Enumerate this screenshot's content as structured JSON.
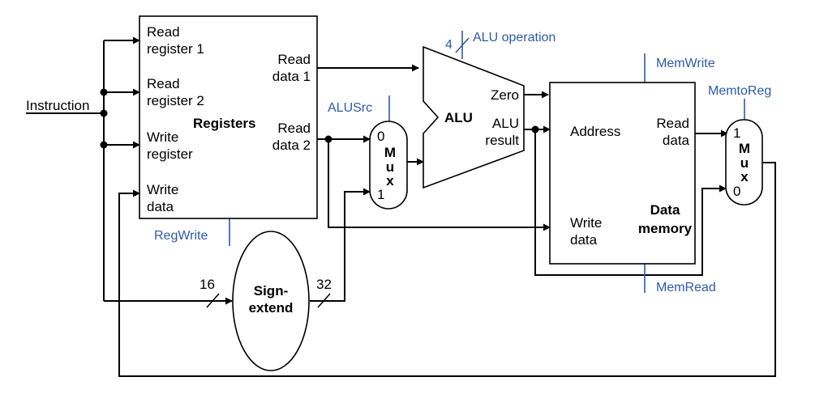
{
  "colors": {
    "control": "#2e5aa8",
    "line": "#000000"
  },
  "input": {
    "instruction": "Instruction"
  },
  "registers": {
    "title": "Registers",
    "read_register_1": [
      "Read",
      "register 1"
    ],
    "read_register_2": [
      "Read",
      "register 2"
    ],
    "write_register": [
      "Write",
      "register"
    ],
    "write_data": [
      "Write",
      "data"
    ],
    "read_data_1": [
      "Read",
      "data 1"
    ],
    "read_data_2": [
      "Read",
      "data 2"
    ]
  },
  "alu": {
    "title": "ALU",
    "zero": "Zero",
    "result": [
      "ALU",
      "result"
    ],
    "operation_width": "4"
  },
  "alusrc_mux": {
    "in0": "0",
    "in1": "1",
    "letters": [
      "M",
      "u",
      "x"
    ]
  },
  "sign_extend": {
    "label": [
      "Sign-",
      "extend"
    ],
    "in_width": "16",
    "out_width": "32"
  },
  "data_memory": {
    "title": [
      "Data",
      "memory"
    ],
    "address": "Address",
    "read_data": [
      "Read",
      "data"
    ],
    "write_data": [
      "Write",
      "data"
    ]
  },
  "memtoreg_mux": {
    "in1": "1",
    "in0": "0",
    "letters": [
      "M",
      "u",
      "x"
    ]
  },
  "control_signals": {
    "alu_operation": "ALU operation",
    "alusrc": "ALUSrc",
    "regwrite": "RegWrite",
    "memwrite": "MemWrite",
    "memread": "MemRead",
    "memtoreg": "MemtoReg"
  }
}
